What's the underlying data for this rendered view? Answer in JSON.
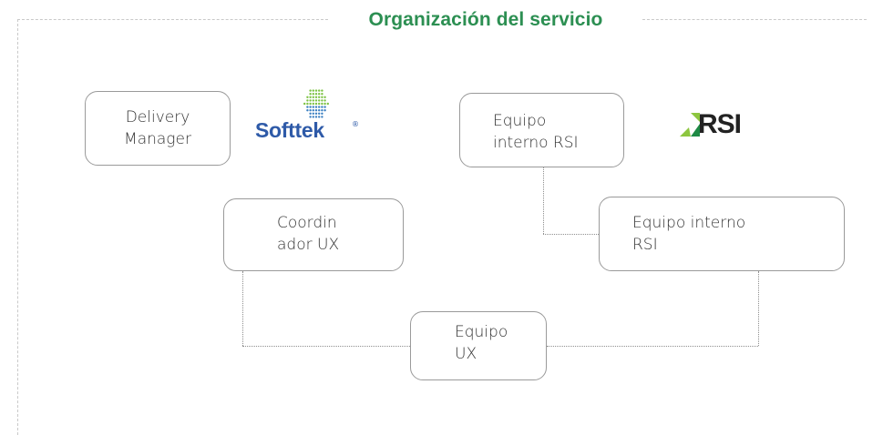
{
  "diagram": {
    "title": "Organización del servicio",
    "boxes": {
      "delivery_manager": "Delivery\nManager",
      "equipo_interno_rsi_top": "Equipo\ninterno RSI",
      "coordinador_ux": "Coordin\nador UX",
      "equipo_interno_rsi_right": "Equipo interno\nRSI",
      "equipo_ux": "Equipo\nUX"
    },
    "logos": {
      "softtek": {
        "text": "Softtek",
        "registered": "®",
        "colors": {
          "text": "#2e5aa8",
          "dots_green": "#7cc242",
          "dots_blue": "#3a7fc1"
        }
      },
      "rsi": {
        "text": "RSI",
        "colors": {
          "text": "#222222",
          "mark_light": "#8dc63f",
          "mark_dark": "#1e8a45"
        }
      }
    },
    "colors": {
      "title": "#2c8f52",
      "box_border": "#9a9a9a",
      "frame": "#c9c9c9"
    }
  }
}
